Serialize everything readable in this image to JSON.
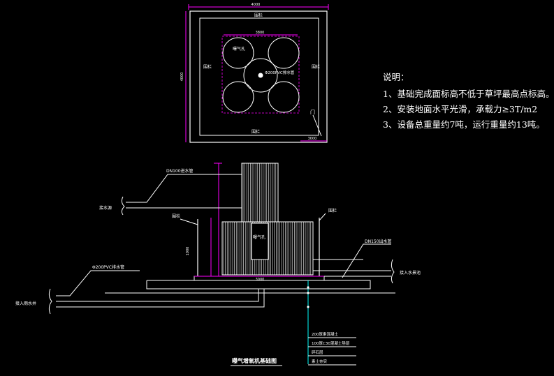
{
  "plan": {
    "dim_top": "4000",
    "dim_inner": "3800",
    "dim_left": "4000",
    "dim_bottom_right": "3000",
    "railing_top": "围栏",
    "railing_left": "围栏",
    "railing_right": "围栏",
    "railing_bottom": "围栏",
    "vent_label": "曝气孔",
    "inlet_label": "Φ200PVC排水管",
    "door_label": "门"
  },
  "section": {
    "supply_pipe": "DN100进水管",
    "source_label": "接水源",
    "railing_left": "围栏",
    "railing_right": "围栏",
    "vent_label": "曝气孔",
    "drain_pipe": "Φ200PVC排水管",
    "to_well": "接入雨水井",
    "outlet_pipe": "DN150出水管",
    "to_pool": "接入水景池",
    "height_dim": "1000",
    "base_dim": "3000",
    "layers": [
      "200厚素混凝土",
      "100厚C30混凝土垫层",
      "碎石层",
      "素土夯实"
    ],
    "title": "曝气增氧机基础图"
  },
  "notes": {
    "heading": "说明：",
    "items": [
      "1、基础完成面标高不低于草坪最高点标高。",
      "2、安装地面水平光滑，承载力≥3T/m2",
      "3、设备总重量约7吨，运行重量约13吨。"
    ]
  },
  "colors": {
    "magenta": "#ff00ff",
    "white": "#ffffff",
    "cyan": "#00ffff"
  }
}
